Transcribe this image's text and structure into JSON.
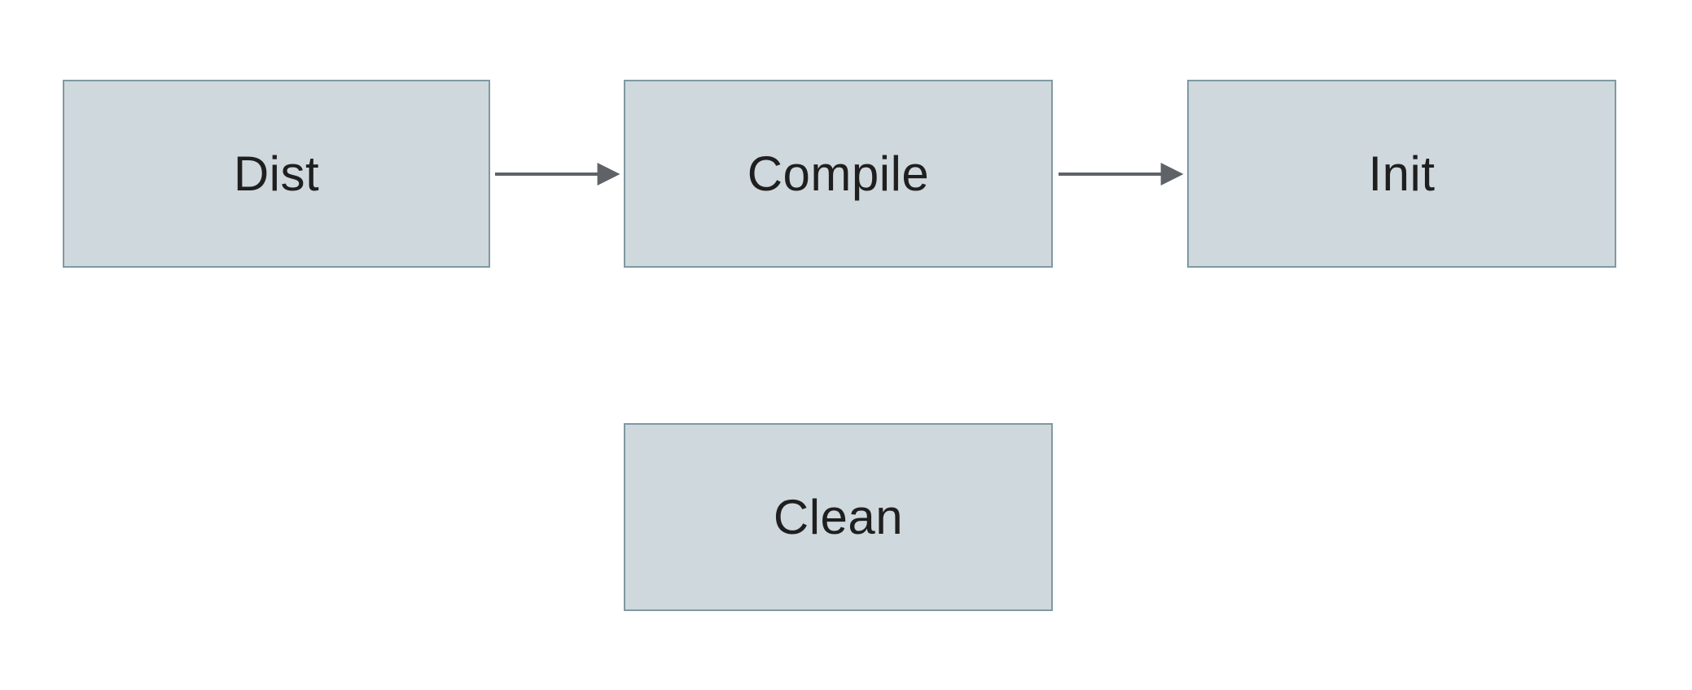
{
  "diagram": {
    "title": "",
    "nodes": [
      {
        "id": "dist",
        "label": "Dist"
      },
      {
        "id": "compile",
        "label": "Compile"
      },
      {
        "id": "init",
        "label": "Init"
      },
      {
        "id": "clean",
        "label": "Clean"
      }
    ],
    "edges": [
      {
        "from": "dist",
        "to": "compile"
      },
      {
        "from": "compile",
        "to": "init"
      }
    ],
    "colors": {
      "background": "#ffffff",
      "node_fill": "#cfd8dc",
      "node_border": "#7f9aa3",
      "arrow": "#5f6368",
      "text": "#1f1f1f"
    }
  }
}
